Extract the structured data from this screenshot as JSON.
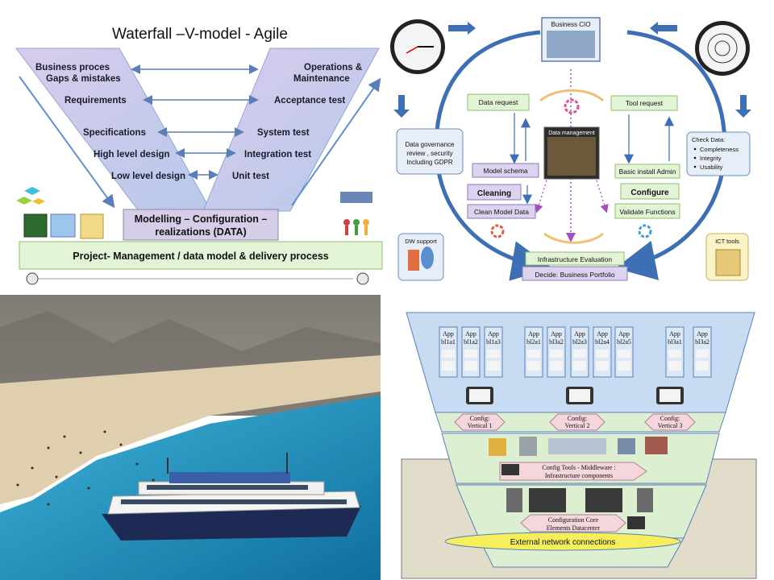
{
  "colors": {
    "v_fill": "#dcd4ee",
    "v_band": "#a8c4e6",
    "v_blue": "#5f8fd0",
    "green_box": "#e2f3d6",
    "green_border": "#8fc26a",
    "flow_blue": "#3e6fb4",
    "amber": "#f0b040",
    "sea": "#1f8fc0",
    "funnel_top": "#c7dbf2",
    "funnel_green": "#dcefd0",
    "funnel_pink": "#f4d6dc",
    "datacenter_bg": "#e2dccb"
  },
  "vmodel": {
    "title": "Waterfall –V-model - Agile",
    "left": [
      "Business proces",
      "Gaps & mistakes",
      "Requirements",
      "Specifications",
      "High level design",
      "Low level design"
    ],
    "right": [
      "Operations &",
      "Maintenance",
      "Acceptance test",
      "System test",
      "Integration test",
      "Unit test"
    ],
    "bottom": [
      "Modelling – Configuration –",
      "realizations (DATA)"
    ],
    "bar": "Project- Management / data model & delivery process"
  },
  "flow": {
    "cio": "Business CIO",
    "data_request": "Data  request",
    "tool_request": "Tool request",
    "data_management": "Data management",
    "governance": [
      "Data governance",
      "review , security",
      "Including GDPR"
    ],
    "check": [
      "Check Data:",
      "Completeness",
      "Integrity",
      "Usability"
    ],
    "model_schema": "Model schema",
    "cleaning": "Cleaning",
    "clean_model": "Clean Model Data",
    "basic_install": "Basic install Admin",
    "configure": "Configure",
    "validate": "Validate Functions",
    "dw_support": "DW support",
    "ict_tools": "ICT tools",
    "infra_eval": "Infrastructure Evaluation",
    "decide": "Decide: Business Portfolio"
  },
  "funnel": {
    "apps": [
      {
        "app": "App",
        "id": "bl1a1"
      },
      {
        "app": "App",
        "id": "bl1a2"
      },
      {
        "app": "App",
        "id": "bl1a3"
      },
      {
        "app": "App",
        "id": "bl2a1"
      },
      {
        "app": "App",
        "id": "bl3a2"
      },
      {
        "app": "App",
        "id": "bl2a3"
      },
      {
        "app": "App",
        "id": "bl2a4"
      },
      {
        "app": "App",
        "id": "bl2a5"
      },
      {
        "app": "App",
        "id": "bl3a1"
      },
      {
        "app": "App",
        "id": "bl3a2"
      }
    ],
    "config_verticals": [
      {
        "line1": "Config:",
        "line2": "Vertical  1"
      },
      {
        "line1": "Config:",
        "line2": "Vertical  2"
      },
      {
        "line1": "Config:",
        "line2": "Vertical  3"
      }
    ],
    "middleware": [
      "Config Tools - Middleware :",
      "Infrastructure components"
    ],
    "core": [
      "Configuration Core",
      "Elements Datacenter"
    ],
    "network": "External network connections"
  }
}
